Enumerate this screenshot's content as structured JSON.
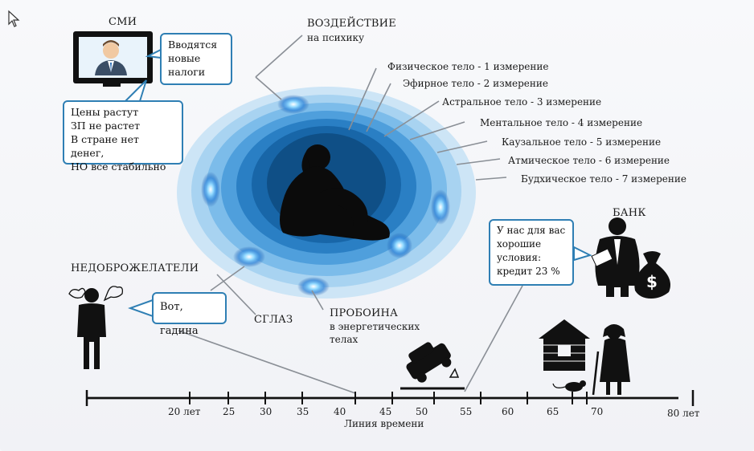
{
  "smi": {
    "title": "СМИ",
    "tv_bubble": [
      "Вводятся",
      "новые",
      "налоги"
    ],
    "info_bubble": [
      "Цены растут",
      "ЗП не растет",
      "В стране нет денег,",
      "НО все стабильно"
    ]
  },
  "impact": {
    "title": "ВОЗДЕЙСТВИЕ",
    "subtitle": "на психику"
  },
  "bodies": [
    "Физическое тело - 1 измерение",
    "Эфирное тело - 2 измерение",
    "Астральное тело - 3 измерение",
    "Ментальное тело - 4 измерение",
    "Каузальное тело - 5 измерение",
    "Атмическое тело - 6 измерение",
    "Будхическое тело - 7 измерение"
  ],
  "bank": {
    "title": "БАНК",
    "bubble": [
      "У нас для вас",
      "хорошие",
      "условия:",
      "кредит 23 %"
    ]
  },
  "enemies": {
    "title": "НЕДОБРОЖЕЛАТЕЛИ",
    "bubble": "Вот, гадина"
  },
  "evil_eye": "СГЛАЗ",
  "breach": {
    "title": "ПРОБОИНА",
    "subtitle": [
      "в энергетических",
      "телах"
    ]
  },
  "timeline": {
    "title": "Линия времени",
    "ticks": [
      "20 лет",
      "25",
      "30",
      "35",
      "40",
      "45",
      "50",
      "55",
      "60",
      "65",
      "70",
      "80 лет"
    ]
  },
  "colors": {
    "accent": "#2f7fb4",
    "aura_outer": "#cfe6f7",
    "aura_inner": "#0f4f86",
    "ink": "#111111"
  }
}
